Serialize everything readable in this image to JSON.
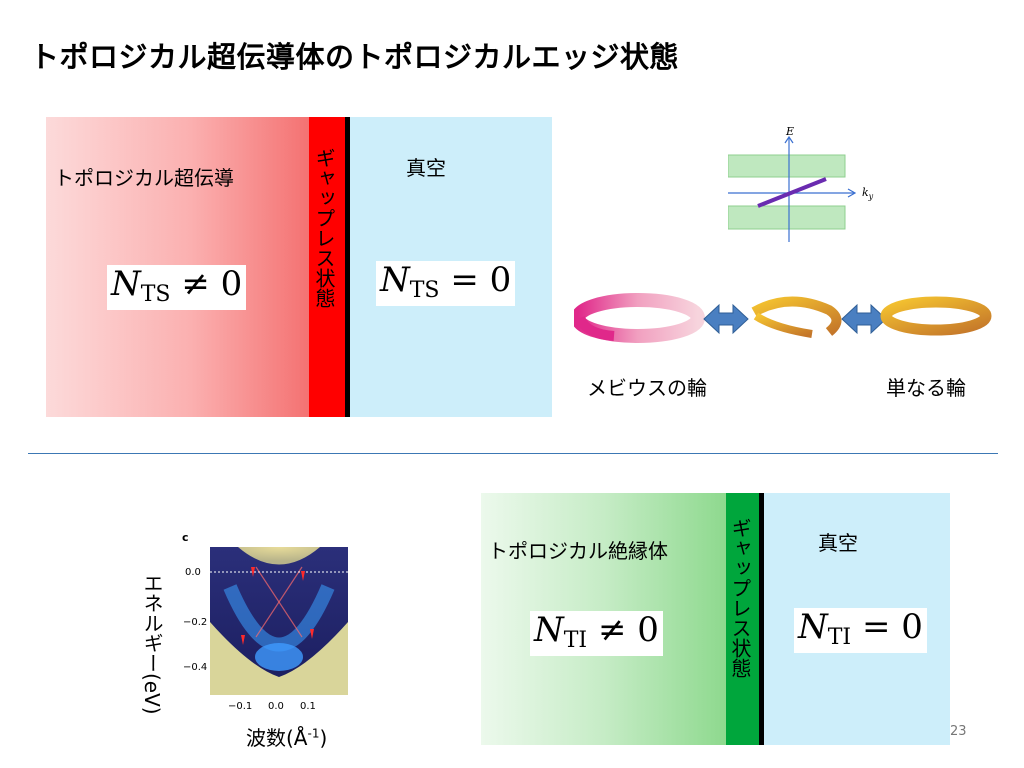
{
  "title": "トポロジカル超伝導体のトポロジカルエッジ状態",
  "top_diagram": {
    "left_label": "トポロジカル超伝導",
    "gap_label": "ギャップレス状態",
    "right_label": "真空",
    "left_formula": {
      "symbol": "N",
      "sub": "TS",
      "relation": "≠ 0"
    },
    "right_formula": {
      "symbol": "N",
      "sub": "TS",
      "relation": "= 0"
    }
  },
  "band_diagram": {
    "y_label": "E",
    "x_label": "k",
    "x_sub": "y"
  },
  "mobius": {
    "left_caption": "メビウスの輪",
    "right_caption": "単なる輪"
  },
  "arpes": {
    "panel_letter": "c",
    "y_ticks": [
      "0.0",
      "−0.2",
      "−0.4"
    ],
    "x_ticks": [
      "−0.1",
      "0.0",
      "0.1"
    ],
    "y_axis_label": "エネルギー(eV)",
    "x_axis_label_main": "波数(Å",
    "x_axis_label_sup": "-1",
    "x_axis_label_end": ")"
  },
  "bottom_diagram": {
    "left_label": "トポロジカル絶縁体",
    "gap_label": "ギャップレス状態",
    "right_label": "真空",
    "left_formula": {
      "symbol": "N",
      "sub": "TI",
      "relation": "≠ 0"
    },
    "right_formula": {
      "symbol": "N",
      "sub": "TI",
      "relation": "= 0"
    }
  },
  "page_number": "23",
  "colors": {
    "superconductor": "#f47272",
    "gap_red": "#ff0000",
    "vacuum": "#cdeefa",
    "insulator": "#8ed98e",
    "gap_green": "#00a63c",
    "divider": "#3c78b4",
    "arrow": "#4a7fc1"
  }
}
